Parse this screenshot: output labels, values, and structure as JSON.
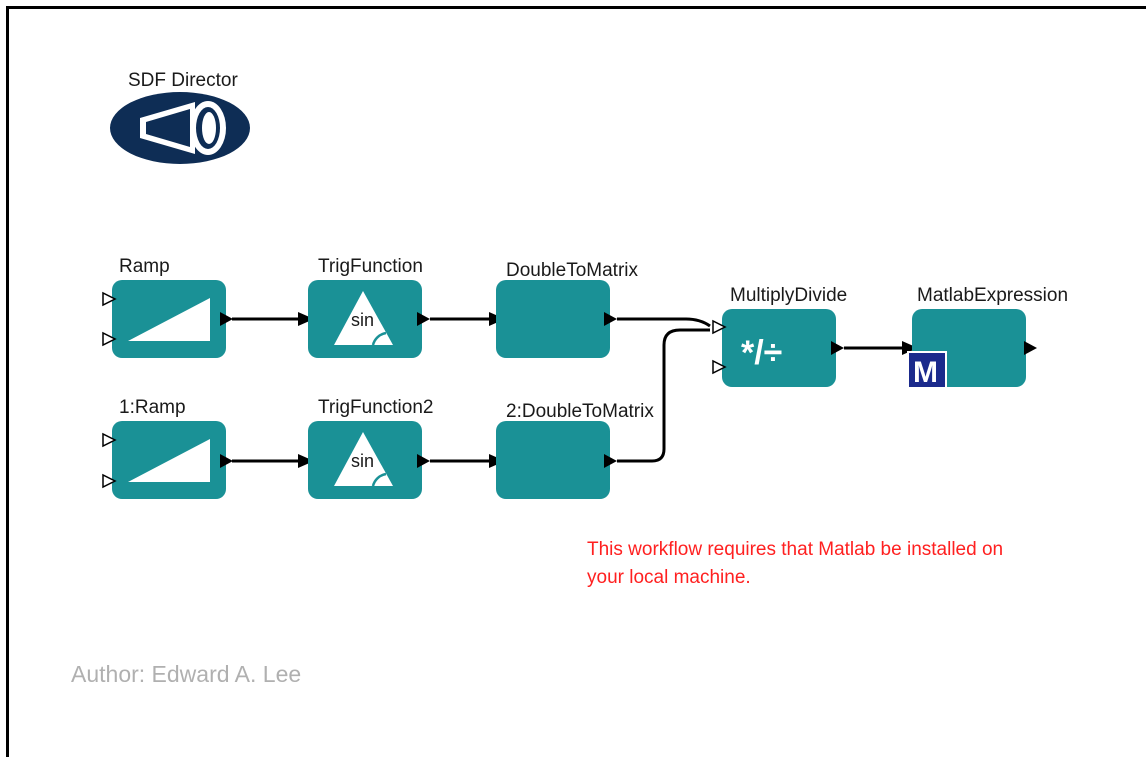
{
  "director": {
    "label": "SDF Director"
  },
  "actors": {
    "ramp1": "Ramp",
    "ramp2": "1:Ramp",
    "trig1": "TrigFunction",
    "trig2": "TrigFunction2",
    "d2m1": "DoubleToMatrix",
    "d2m2": "2:DoubleToMatrix",
    "multiply": "MultiplyDivide",
    "matlab": "MatlabExpression"
  },
  "icons": {
    "sin_text": "sin",
    "multiply_symbol": "*/÷",
    "matlab_badge": "M"
  },
  "note": {
    "line1": "This workflow requires that Matlab be installed on",
    "line2": "your local machine."
  },
  "author": "Author: Edward A. Lee",
  "colors": {
    "actor": "#1a9196",
    "director": "#0e2d55",
    "note": "#ff2020",
    "author": "#b0b0b0",
    "matlab_badge": "#1b2a8c"
  }
}
